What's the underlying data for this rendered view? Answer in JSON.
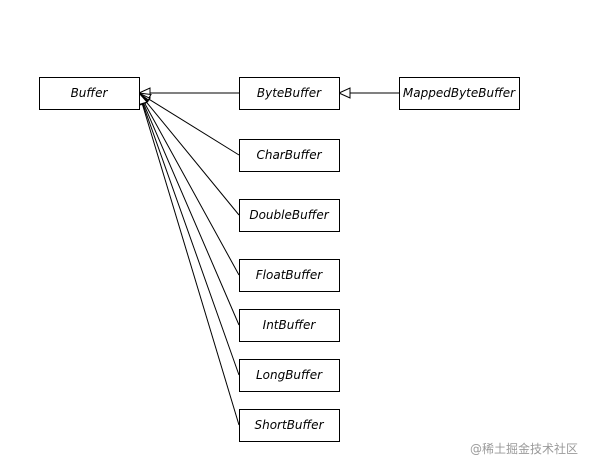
{
  "diagram": {
    "type": "class-hierarchy",
    "root": {
      "name": "Buffer"
    },
    "classes": [
      {
        "name": "ByteBuffer",
        "extends": "Buffer"
      },
      {
        "name": "CharBuffer",
        "extends": "Buffer"
      },
      {
        "name": "DoubleBuffer",
        "extends": "Buffer"
      },
      {
        "name": "FloatBuffer",
        "extends": "Buffer"
      },
      {
        "name": "IntBuffer",
        "extends": "Buffer"
      },
      {
        "name": "LongBuffer",
        "extends": "Buffer"
      },
      {
        "name": "ShortBuffer",
        "extends": "Buffer"
      },
      {
        "name": "MappedByteBuffer",
        "extends": "ByteBuffer"
      }
    ],
    "colors": {
      "stroke": "#000000",
      "background": "#ffffff",
      "watermark": "#9a9a9a"
    }
  },
  "watermark": {
    "text": "@稀土掘金技术社区"
  }
}
